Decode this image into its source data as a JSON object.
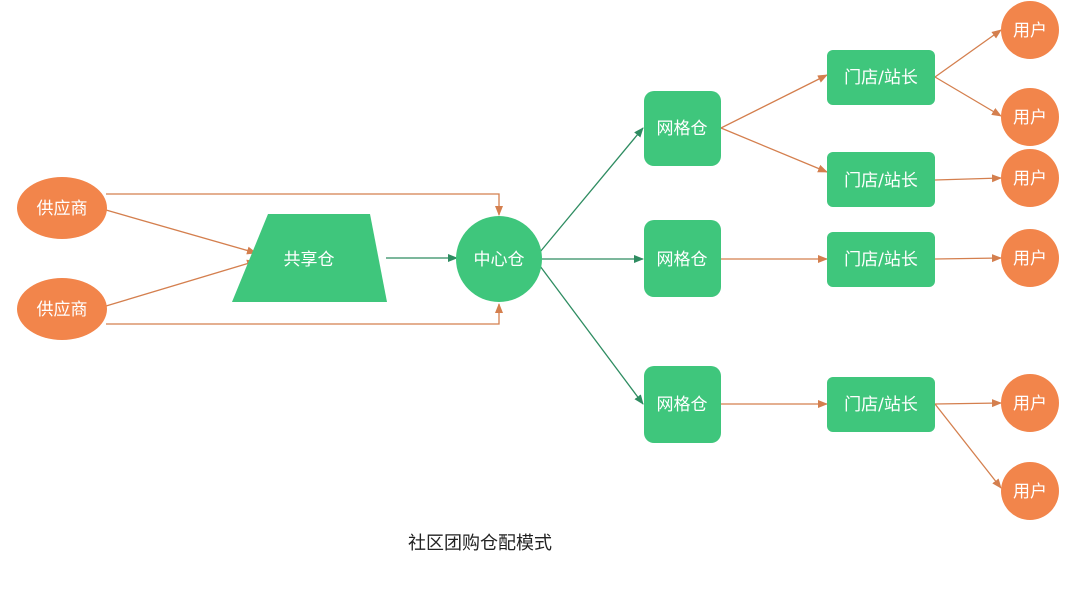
{
  "colors": {
    "supplier": "#F2854B",
    "user": "#F2854B",
    "node_green": "#3FC67C",
    "arrow_orange": "#D47F4E",
    "arrow_green": "#2E8C61",
    "caption_text": "#222222"
  },
  "suppliers": [
    "供应商",
    "供应商"
  ],
  "shared_warehouse": "共享仓",
  "central_warehouse": "中心仓",
  "grid_warehouses": [
    "网格仓",
    "网格仓",
    "网格仓"
  ],
  "stores": [
    "门店/站长",
    "门店/站长",
    "门店/站长",
    "门店/站长"
  ],
  "users": [
    "用户",
    "用户",
    "用户",
    "用户",
    "用户",
    "用户"
  ],
  "caption": "社区团购仓配模式"
}
